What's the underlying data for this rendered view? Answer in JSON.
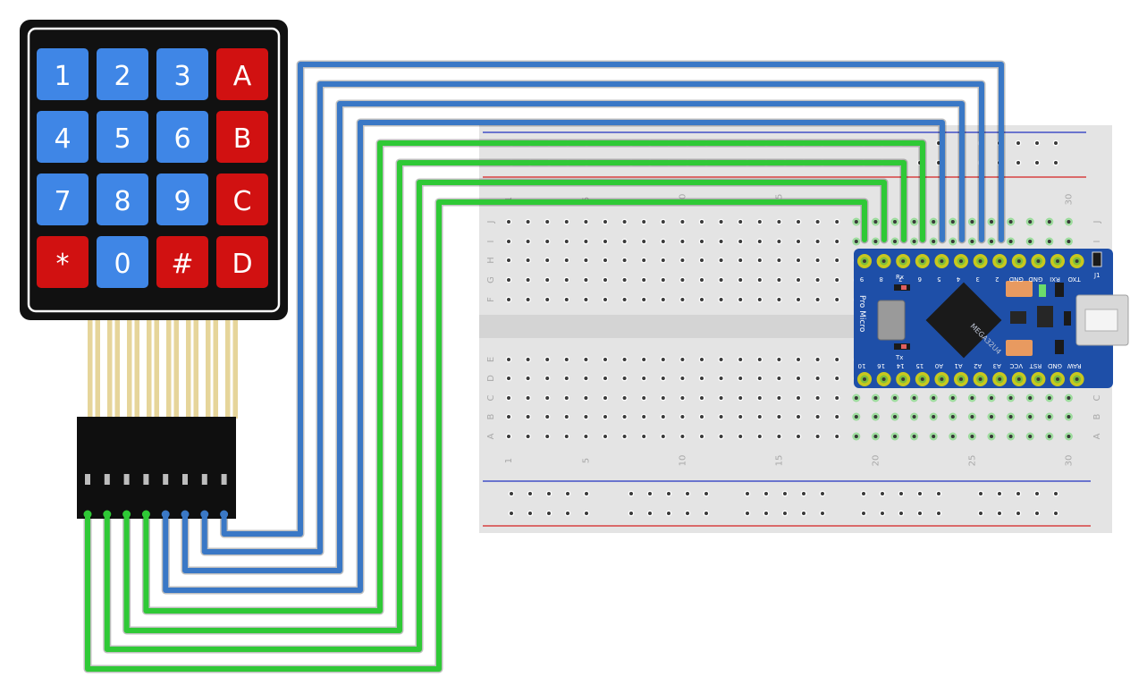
{
  "keypad": {
    "keys": [
      [
        "1",
        "2",
        "3",
        "A"
      ],
      [
        "4",
        "5",
        "6",
        "B"
      ],
      [
        "7",
        "8",
        "9",
        "C"
      ],
      [
        "*",
        "0",
        "#",
        "D"
      ]
    ],
    "key_types": [
      [
        "num",
        "num",
        "num",
        "letter"
      ],
      [
        "num",
        "num",
        "num",
        "letter"
      ],
      [
        "num",
        "num",
        "num",
        "letter"
      ],
      [
        "letter",
        "num",
        "letter",
        "letter"
      ]
    ]
  },
  "colors": {
    "key_blue": "#3f86e6",
    "key_red": "#d11111",
    "wire_blue": "#3a78c6",
    "wire_green": "#2fc936",
    "board_blue": "#1e4fa8",
    "rail_red": "#d42020",
    "rail_blue": "#2030c0"
  },
  "breadboard": {
    "rows_top": [
      "J",
      "I",
      "H",
      "G",
      "F"
    ],
    "rows_bottom": [
      "E",
      "D",
      "C",
      "B",
      "A"
    ],
    "col_labels": [
      "1",
      "5",
      "10",
      "15",
      "20",
      "25",
      "30"
    ]
  },
  "pro_micro": {
    "chip_label": "MEGA32U4",
    "board_name": "Pro Micro",
    "top_pins": [
      "9",
      "8",
      "7",
      "6",
      "5",
      "4",
      "3",
      "2",
      "GND",
      "GND",
      "RXI",
      "TXO"
    ],
    "bottom_pins": [
      "10",
      "16",
      "14",
      "15",
      "A0",
      "A1",
      "A2",
      "A3",
      "VCC",
      "RST",
      "GND",
      "RAW"
    ],
    "silk": [
      "Rx",
      "Tx",
      "J1"
    ]
  }
}
